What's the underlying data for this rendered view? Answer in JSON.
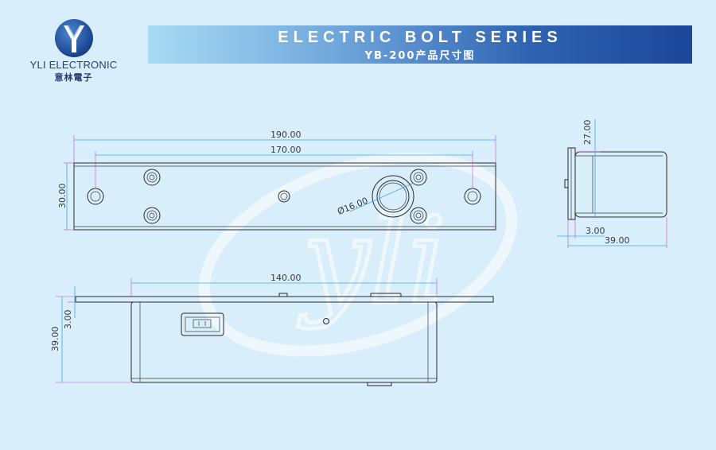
{
  "brand": {
    "name": "YLI ELECTRONIC",
    "name_cn": "意林電子",
    "logo_letter": "Y",
    "logo_color": "#1b4f9c",
    "watermark_text": "yli"
  },
  "header": {
    "title": "ELECTRIC BOLT SERIES",
    "subtitle": "YB-200产品尺寸图",
    "gradient_start": "#a8dcf4",
    "gradient_end": "#1b469a"
  },
  "dimensions": {
    "top_view": {
      "overall_length": "190.00",
      "hole_spacing": "170.00",
      "height": "30.00",
      "bolt_diameter": "Ø16.00"
    },
    "side_view": {
      "height": "27.00",
      "flange": "3.00",
      "depth": "39.00"
    },
    "front_view": {
      "body_length": "140.00",
      "depth": "39.00",
      "flange": "3.00"
    }
  }
}
